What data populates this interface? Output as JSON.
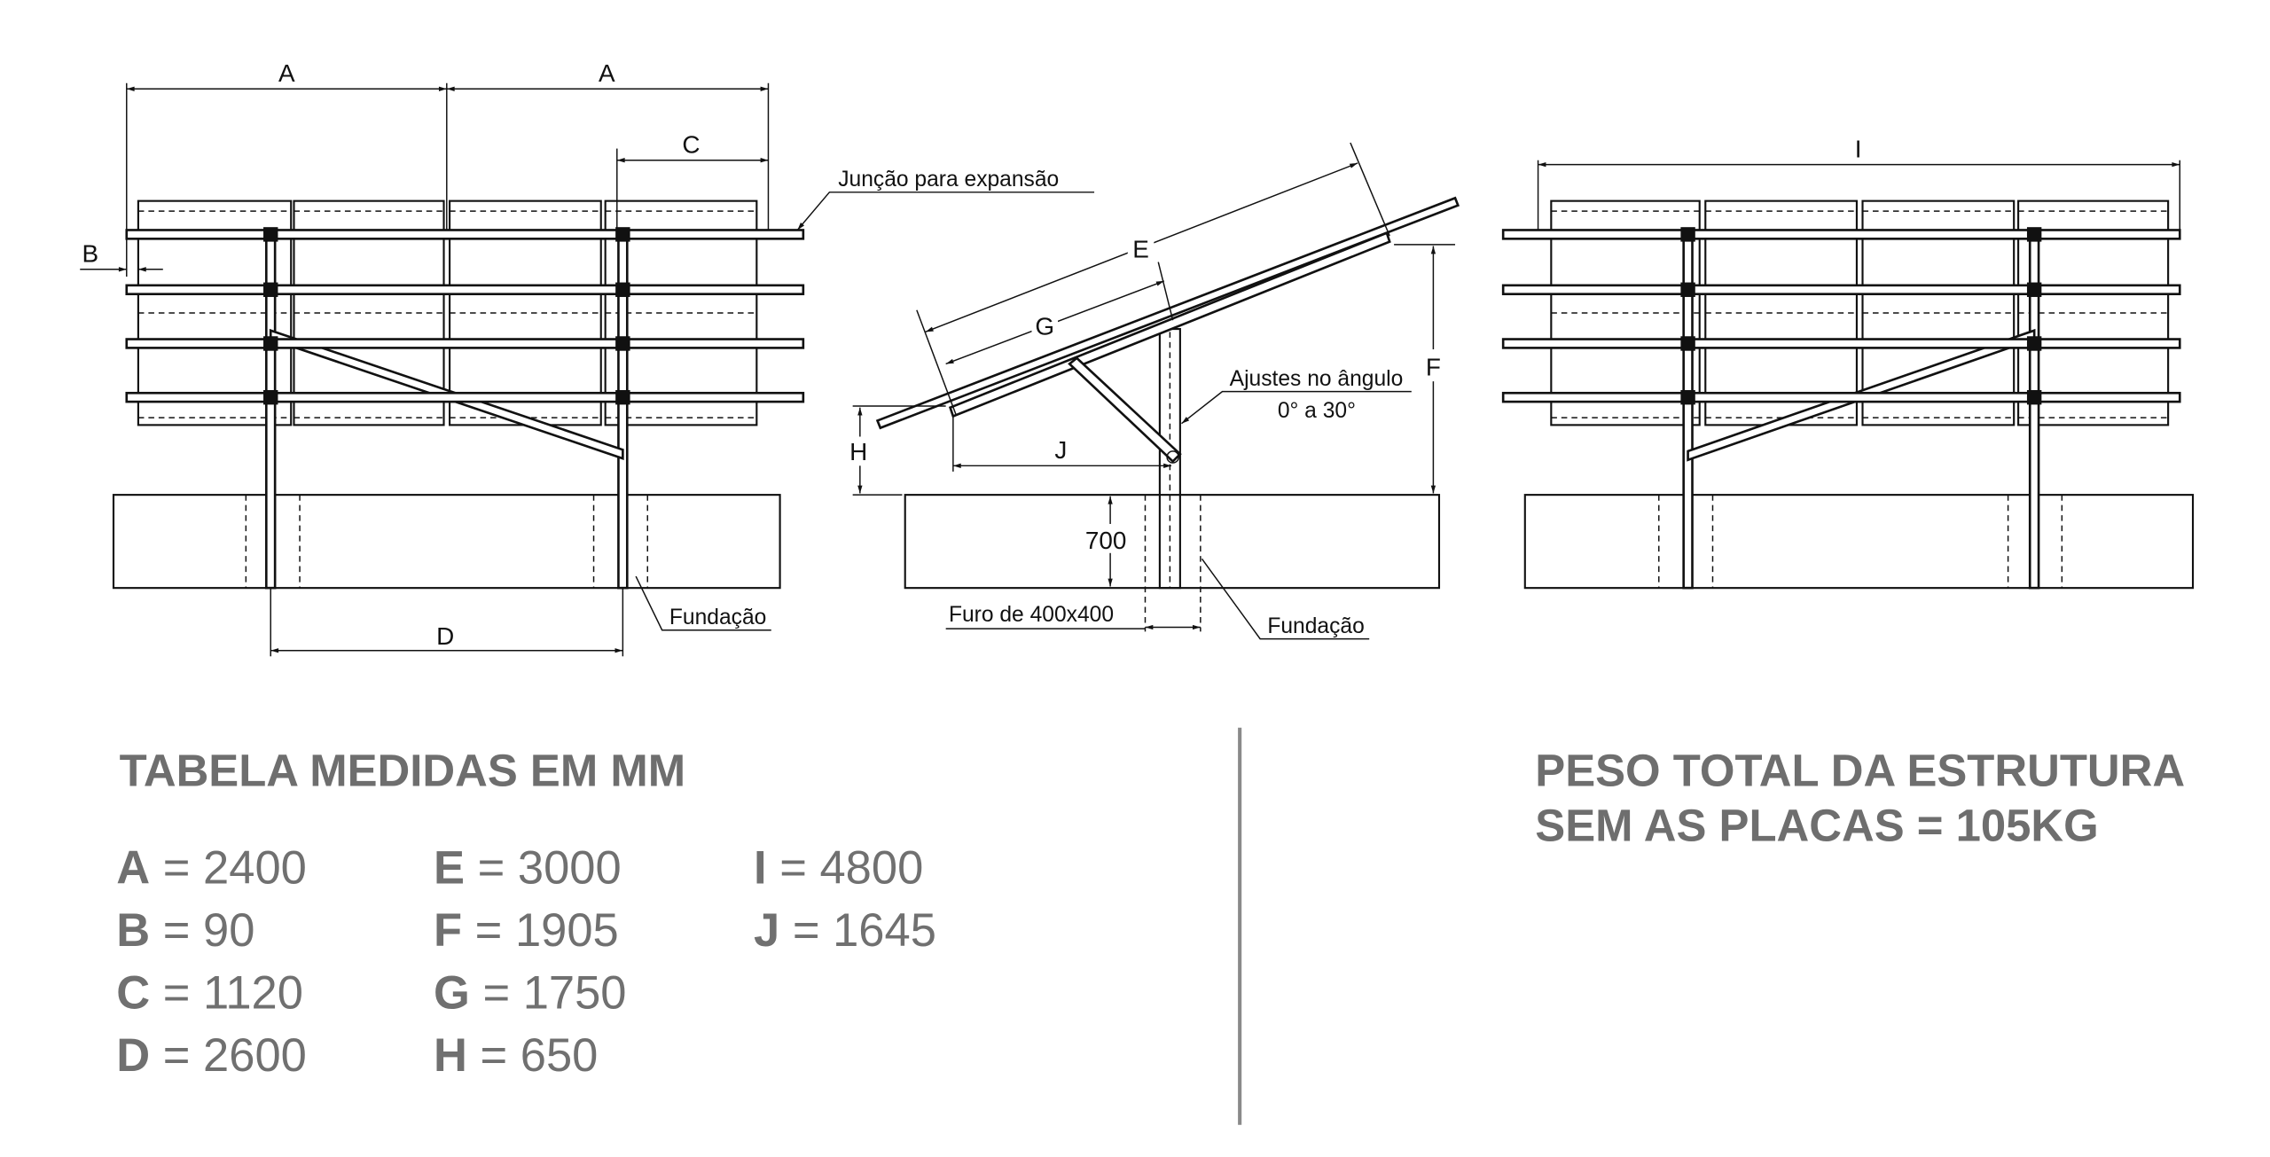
{
  "drawing": {
    "front_view": {
      "dim_a_left": "A",
      "dim_a_right": "A",
      "dim_b": "B",
      "dim_c": "C",
      "dim_d": "D",
      "junction_label": "Junção para expansão",
      "foundation_label": "Fundação"
    },
    "side_view": {
      "dim_e": "E",
      "dim_f": "F",
      "dim_g": "G",
      "dim_h": "H",
      "dim_j": "J",
      "depth_label": "700",
      "angle_label": "Ajustes no ângulo",
      "angle_range": "0° a 30°",
      "hole_label": "Furo de 400x400",
      "foundation_label": "Fundação"
    },
    "rear_view": {
      "dim_i": "I"
    }
  },
  "table": {
    "title": "TABELA MEDIDAS EM MM",
    "columns": [
      [
        {
          "key": "A",
          "value": "2400"
        },
        {
          "key": "B",
          "value": "90"
        },
        {
          "key": "C",
          "value": "1120"
        },
        {
          "key": "D",
          "value": "2600"
        }
      ],
      [
        {
          "key": "E",
          "value": "3000"
        },
        {
          "key": "F",
          "value": "1905"
        },
        {
          "key": "G",
          "value": "1750"
        },
        {
          "key": "H",
          "value": "650"
        }
      ],
      [
        {
          "key": "I",
          "value": "4800"
        },
        {
          "key": "J",
          "value": "1645"
        }
      ]
    ]
  },
  "weight": {
    "line1": "PESO TOTAL DA ESTRUTURA",
    "line2": "SEM AS PLACAS = 105KG"
  }
}
